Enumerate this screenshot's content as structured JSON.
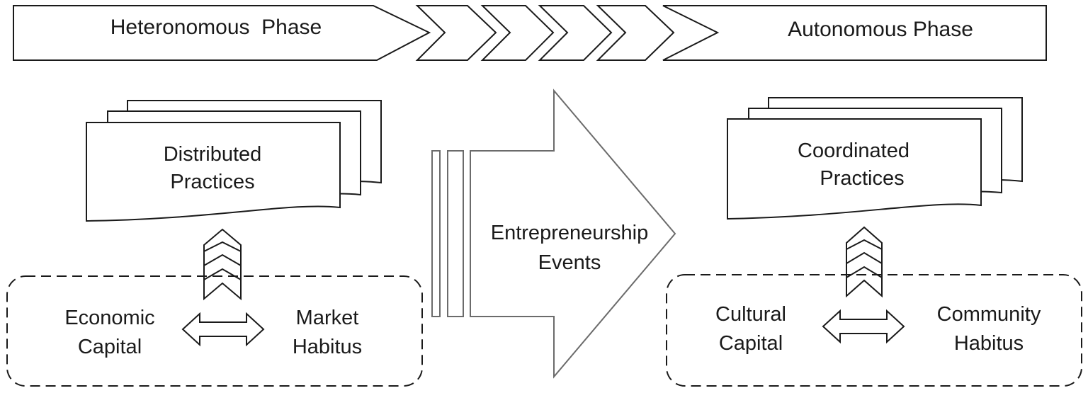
{
  "phases": {
    "left": "Heteronomous  Phase",
    "right": "Autonomous Phase"
  },
  "left_group": {
    "document": [
      "Distributed",
      "Practices"
    ],
    "capital": [
      "Economic",
      "Capital"
    ],
    "habitus": [
      "Market",
      "Habitus"
    ]
  },
  "center": {
    "arrow": [
      "Entrepreneurship",
      "Events"
    ]
  },
  "right_group": {
    "document": [
      "Coordinated",
      "Practices"
    ],
    "capital": [
      "Cultural",
      "Capital"
    ],
    "habitus": [
      "Community",
      "Habitus"
    ]
  },
  "colors": {
    "stroke_dark": "#1a1a1a",
    "stroke_gray": "#6b6b6b",
    "fill": "#ffffff"
  }
}
